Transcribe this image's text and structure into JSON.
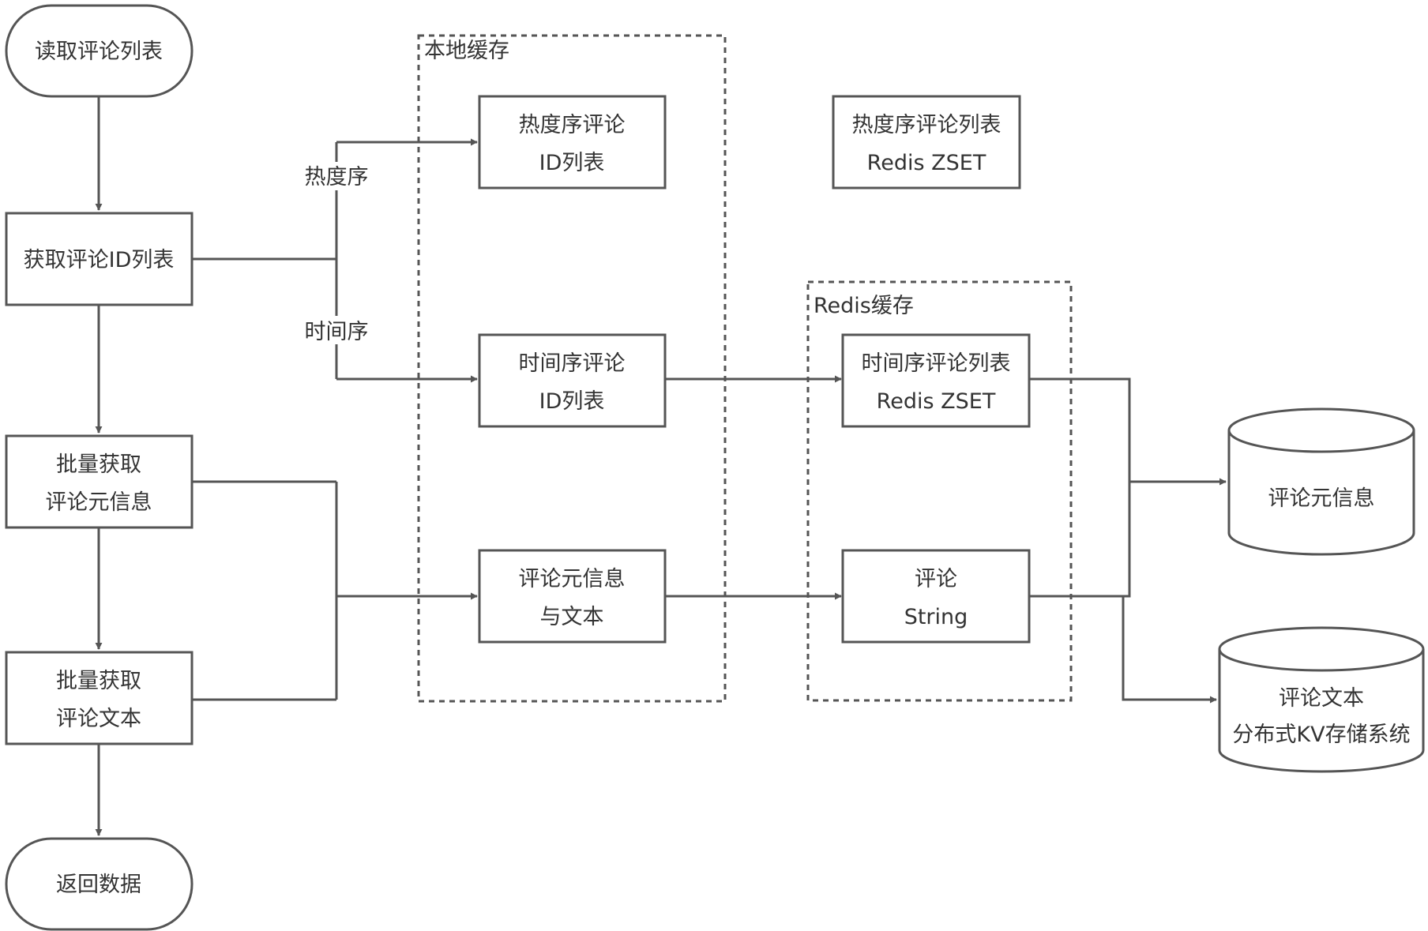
{
  "flow": {
    "start": "读取评论列表",
    "get_ids": "获取评论ID列表",
    "batch_meta": [
      "批量获取",
      "评论元信息"
    ],
    "batch_text": [
      "批量获取",
      "评论文本"
    ],
    "end": "返回数据"
  },
  "branches": {
    "hot": "热度序",
    "time": "时间序"
  },
  "local_cache": {
    "title": "本地缓存",
    "hot_ids": [
      "热度序评论",
      "ID列表"
    ],
    "time_ids": [
      "时间序评论",
      "ID列表"
    ],
    "meta_text": [
      "评论元信息",
      "与文本"
    ]
  },
  "redis_hot": [
    "热度序评论列表",
    "Redis ZSET"
  ],
  "redis_cache": {
    "title": "Redis缓存",
    "time_list": [
      "时间序评论列表",
      "Redis ZSET"
    ],
    "comment_string": [
      "评论",
      "String"
    ]
  },
  "storage": {
    "meta_db": "评论元信息",
    "text_db": [
      "评论文本",
      "分布式KV存储系统"
    ]
  },
  "colors": {
    "stroke": "#555555",
    "text": "#333333",
    "background": "#ffffff"
  }
}
